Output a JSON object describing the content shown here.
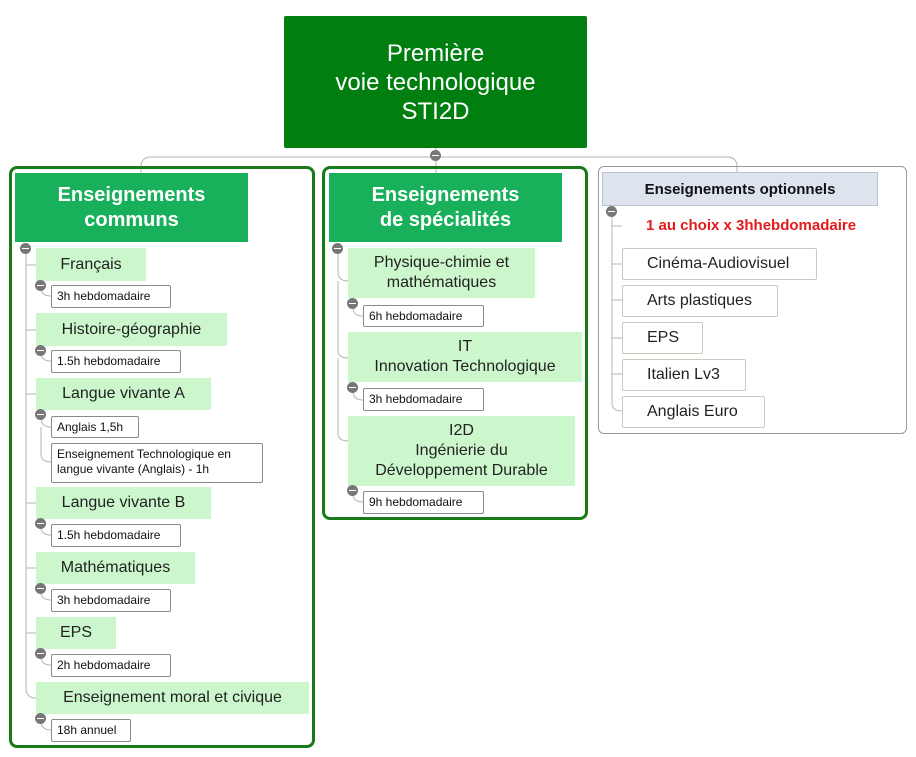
{
  "root": {
    "lines": [
      "Première",
      "voie technologique",
      "STI2D"
    ]
  },
  "common": {
    "title_lines": [
      "Enseignements",
      "communs"
    ],
    "subjects": [
      {
        "label": "Français",
        "hours": [
          "3h hebdomadaire"
        ]
      },
      {
        "label": "Histoire-géographie",
        "hours": [
          "1.5h hebdomadaire"
        ]
      },
      {
        "label": "Langue vivante A",
        "hours": [
          "Anglais 1,5h",
          "Enseignement Technologique en langue vivante (Anglais) - 1h"
        ]
      },
      {
        "label": "Langue vivante B",
        "hours": [
          "1.5h hebdomadaire"
        ]
      },
      {
        "label": "Mathématiques",
        "hours": [
          "3h hebdomadaire"
        ]
      },
      {
        "label": "EPS",
        "hours": [
          "2h hebdomadaire"
        ]
      },
      {
        "label": "Enseignement moral et civique",
        "hours": [
          "18h annuel"
        ]
      }
    ]
  },
  "speciality": {
    "title_lines": [
      "Enseignements",
      "de spécialités"
    ],
    "subjects": [
      {
        "lines": [
          "Physique-chimie et",
          "mathématiques"
        ],
        "hours": "6h hebdomadaire"
      },
      {
        "lines": [
          "IT",
          "Innovation Technologique"
        ],
        "hours": "3h hebdomadaire"
      },
      {
        "lines": [
          "I2D",
          "Ingénierie du",
          "Développement Durable"
        ],
        "hours": "9h hebdomadaire"
      }
    ]
  },
  "optional": {
    "title": "Enseignements optionnels",
    "note": "1 au choix x 3hhebdomadaire",
    "items": [
      "Cinéma-Audiovisuel",
      "Arts plastiques",
      "EPS",
      "Italien Lv3",
      "Anglais Euro"
    ]
  },
  "colors": {
    "root": "#007f10",
    "group_header": "#18b05a",
    "subject_fill": "#ccf7cc",
    "frame": "#1a7a1a",
    "note": "#e31b1b"
  }
}
